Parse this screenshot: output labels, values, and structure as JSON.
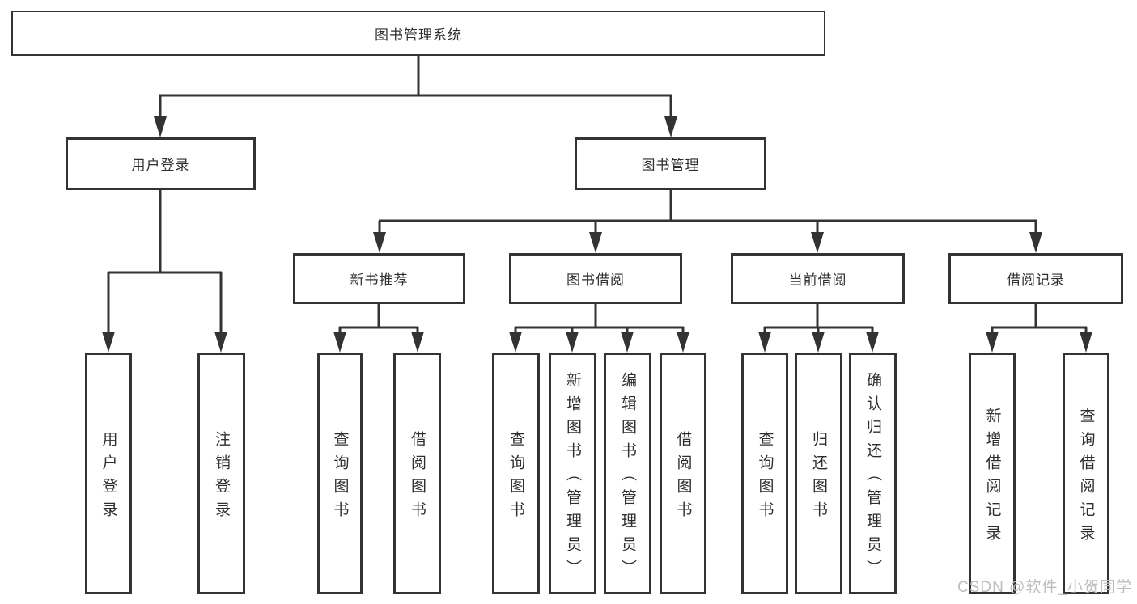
{
  "diagram": {
    "title": "图书管理系统",
    "branches": [
      {
        "label": "用户登录",
        "children": [
          "用户登录",
          "注销登录"
        ]
      },
      {
        "label": "图书管理",
        "groups": [
          {
            "label": "新书推荐",
            "children": [
              "查询图书",
              "借阅图书"
            ]
          },
          {
            "label": "图书借阅",
            "children": [
              "查询图书",
              "新增图书（管理员）",
              "编辑图书（管理员）",
              "借阅图书"
            ]
          },
          {
            "label": "当前借阅",
            "children": [
              "查询图书",
              "归还图书",
              "确认归还（管理员）"
            ]
          },
          {
            "label": "借阅记录",
            "children": [
              "新增借阅记录",
              "查询借阅记录"
            ]
          }
        ]
      }
    ]
  },
  "watermark": {
    "text": "CSDN @软件_小贺同学",
    "color": "#bdbdbd"
  },
  "colors": {
    "line": "#333333",
    "box_border": "#333333",
    "text": "#2e2e2e",
    "background": "#ffffff"
  }
}
